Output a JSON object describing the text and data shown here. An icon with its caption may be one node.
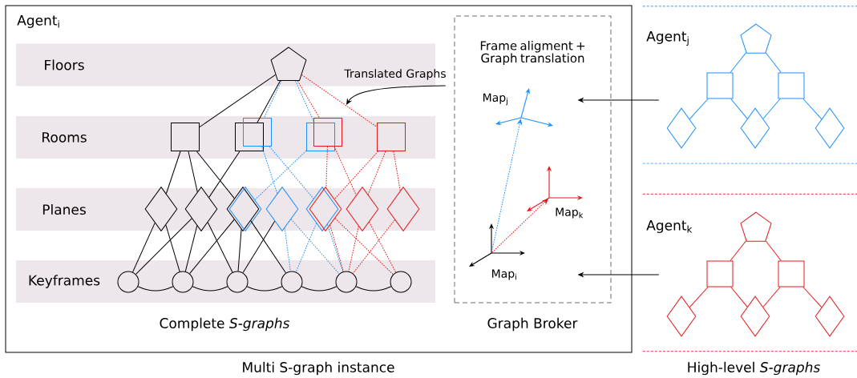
{
  "diagram": {
    "nodes": [
      {
        "text": [
          "Agent$_{i}$",
          "Multi S-graph instance"
        ]
      },
      {
        "text": [
          "Floors"
        ],
        "in": 0
      },
      {
        "text": [
          "Rooms"
        ],
        "in": 0
      },
      {
        "text": [
          "Planes"
        ],
        "in": 0
      },
      {
        "text": [
          "Keyframes"
        ],
        "in": 0
      },
      {
        "text": [],
        "shape": "pentagon",
        "in": 1
      },
      {
        "text": [],
        "shape": "box",
        "in": 2
      },
      {
        "text": [],
        "shape": "box",
        "in": 2
      },
      {
        "text": [],
        "shape": "box",
        "in": 2
      },
      {
        "text": [],
        "shape": "box",
        "in": 2
      },
      {
        "text": [],
        "shape": "box",
        "in": 2
      },
      {
        "text": [],
        "shape": "box",
        "in": 2
      },
      {
        "text": [],
        "shape": "diamond",
        "in": 3
      },
      {
        "text": [],
        "shape": "diamond",
        "in": 3
      },
      {
        "text": [],
        "shape": "diamond",
        "in": 3
      },
      {
        "text": [],
        "shape": "diamond",
        "in": 3
      },
      {
        "text": [],
        "shape": "diamond",
        "in": 3
      },
      {
        "text": [],
        "shape": "diamond",
        "in": 3
      },
      {
        "text": [],
        "shape": "diamond",
        "in": 3
      },
      {
        "text": [],
        "shape": "diamond",
        "in": 3
      },
      {
        "text": [],
        "shape": "diamond",
        "in": 3
      },
      {
        "text": [],
        "shape": "circle",
        "in": 4
      },
      {
        "text": [],
        "shape": "circle",
        "in": 4
      },
      {
        "text": [],
        "shape": "circle",
        "in": 4
      },
      {
        "text": [],
        "shape": "circle",
        "in": 4
      },
      {
        "text": [],
        "shape": "circle",
        "in": 4
      },
      {
        "text": [],
        "shape": "circle",
        "in": 4
      },
      {
        "text": [
          "Translated Graphs"
        ],
        "in": 0
      },
      {
        "text": [
          "Frame aligment + Graph translation",
          "Graph Broker"
        ],
        "in": 0
      },
      {
        "text": [],
        "shape": "picture",
        "beside": [
          "Map$_{j}$"
        ],
        "in": 28
      },
      {
        "text": [],
        "shape": "picture",
        "beside": [
          "Map$_{k}$"
        ],
        "in": 28
      },
      {
        "text": [],
        "shape": "picture",
        "beside": [
          "Map$_{i}$"
        ],
        "in": 28
      },
      {
        "text": [
          "Agent$_{j}$"
        ]
      },
      {
        "text": [],
        "shape": "pentagon",
        "in": 32
      },
      {
        "text": [],
        "shape": "box",
        "in": 32
      },
      {
        "text": [],
        "shape": "box",
        "in": 32
      },
      {
        "text": [],
        "shape": "diamond",
        "in": 32
      },
      {
        "text": [],
        "shape": "diamond",
        "in": 32
      },
      {
        "text": [],
        "shape": "diamond",
        "in": 32
      },
      {
        "text": [
          "Agent$_{k}$"
        ]
      },
      {
        "text": [],
        "shape": "pentagon",
        "in": 39
      },
      {
        "text": [],
        "shape": "box",
        "in": 39
      },
      {
        "text": [],
        "shape": "box",
        "in": 39
      },
      {
        "text": [],
        "shape": "diamond",
        "in": 39
      },
      {
        "text": [],
        "shape": "diamond",
        "in": 39
      },
      {
        "text": [],
        "shape": "diamond",
        "in": 39
      }
    ],
    "edges": [
      {
        "from": 5,
        "to": 6,
        "arrow": "none"
      },
      {
        "from": 5,
        "to": 7,
        "arrow": "none"
      },
      {
        "from": 6,
        "to": 12,
        "arrow": "none"
      },
      {
        "from": 6,
        "to": 13,
        "arrow": "none"
      },
      {
        "from": 6,
        "to": 14,
        "arrow": "none"
      },
      {
        "from": 7,
        "to": 13,
        "arrow": "none"
      },
      {
        "from": 12,
        "to": 21,
        "arrow": "none"
      },
      {
        "from": 12,
        "to": 22,
        "arrow": "none"
      },
      {
        "from": 13,
        "to": 21,
        "arrow": "none"
      },
      {
        "from": 13,
        "to": 22,
        "arrow": "none"
      },
      {
        "from": 13,
        "to": 23,
        "arrow": "none"
      },
      {
        "from": 14,
        "to": 22,
        "arrow": "none"
      },
      {
        "from": 14,
        "to": 23,
        "arrow": "none"
      },
      {
        "from": 14,
        "to": 24,
        "arrow": "none"
      },
      {
        "from": 16,
        "to": 23,
        "arrow": "none"
      },
      {
        "from": 21,
        "to": 22,
        "arrow": "none"
      },
      {
        "from": 22,
        "to": 23,
        "arrow": "none"
      },
      {
        "from": 23,
        "to": 24,
        "arrow": "none"
      },
      {
        "from": 24,
        "to": 25,
        "arrow": "none"
      },
      {
        "from": 25,
        "to": 26,
        "arrow": "none"
      },
      {
        "from": 5,
        "to": 8,
        "arrow": "none",
        "style": "dashed",
        "color": "#1e90ff"
      },
      {
        "from": 5,
        "to": 9,
        "arrow": "none",
        "style": "dashed",
        "color": "#1e90ff"
      },
      {
        "from": 8,
        "to": 16,
        "arrow": "none",
        "style": "dashed",
        "color": "#1e90ff"
      },
      {
        "from": 8,
        "to": 17,
        "arrow": "none",
        "style": "dashed",
        "color": "#1e90ff"
      },
      {
        "from": 9,
        "to": 15,
        "arrow": "none",
        "style": "dashed",
        "color": "#1e90ff"
      },
      {
        "from": 16,
        "to": 24,
        "arrow": "none",
        "style": "dashed",
        "color": "#1e90ff"
      },
      {
        "from": 16,
        "to": 25,
        "arrow": "none",
        "style": "dashed",
        "color": "#1e90ff"
      },
      {
        "from": 17,
        "to": 24,
        "arrow": "none",
        "style": "dashed",
        "color": "#1e90ff"
      },
      {
        "from": 17,
        "to": 25,
        "arrow": "none",
        "style": "dashed",
        "color": "#1e90ff"
      },
      {
        "from": 5,
        "to": 10,
        "arrow": "none",
        "style": "dashed",
        "color": "#e31a1c"
      },
      {
        "from": 5,
        "to": 11,
        "arrow": "none",
        "style": "dashed",
        "color": "#e31a1c"
      },
      {
        "from": 10,
        "to": 18,
        "arrow": "none",
        "style": "dashed",
        "color": "#e31a1c"
      },
      {
        "from": 10,
        "to": 19,
        "arrow": "none",
        "style": "dashed",
        "color": "#e31a1c"
      },
      {
        "from": 11,
        "to": 18,
        "arrow": "none",
        "style": "dashed",
        "color": "#e31a1c"
      },
      {
        "from": 11,
        "to": 19,
        "arrow": "none",
        "style": "dashed",
        "color": "#e31a1c"
      },
      {
        "from": 11,
        "to": 20,
        "arrow": "none",
        "style": "dashed",
        "color": "#e31a1c"
      },
      {
        "from": 18,
        "to": 25,
        "arrow": "none",
        "style": "dashed",
        "color": "#e31a1c"
      },
      {
        "from": 18,
        "to": 26,
        "arrow": "none",
        "style": "dashed",
        "color": "#e31a1c"
      },
      {
        "from": 19,
        "to": 25,
        "arrow": "none",
        "style": "dashed",
        "color": "#e31a1c"
      },
      {
        "from": 19,
        "to": 26,
        "arrow": "none",
        "style": "dashed",
        "color": "#e31a1c"
      },
      {
        "from": 20,
        "to": 25,
        "arrow": "none",
        "style": "dashed",
        "color": "#e31a1c"
      },
      {
        "from": 27,
        "to": null,
        "arrow": "to"
      },
      {
        "from": 31,
        "to": 29,
        "arrow": "to",
        "style": "dashed",
        "color": "#1e90ff"
      },
      {
        "from": 31,
        "to": 30,
        "arrow": "to",
        "style": "dashed",
        "color": "#e31a1c"
      },
      {
        "from": 32,
        "to": 28,
        "arrow": "to"
      },
      {
        "from": 39,
        "to": 28,
        "arrow": "to"
      },
      {
        "from": 33,
        "to": 34,
        "arrow": "none",
        "color": "#1e90ff"
      },
      {
        "from": 33,
        "to": 35,
        "arrow": "none",
        "color": "#1e90ff"
      },
      {
        "from": 34,
        "to": 36,
        "arrow": "none",
        "color": "#1e90ff"
      },
      {
        "from": 34,
        "to": 37,
        "arrow": "none",
        "color": "#1e90ff"
      },
      {
        "from": 35,
        "to": 37,
        "arrow": "none",
        "color": "#1e90ff"
      },
      {
        "from": 35,
        "to": 38,
        "arrow": "none",
        "color": "#1e90ff"
      },
      {
        "from": 40,
        "to": 41,
        "arrow": "none",
        "color": "#e31a1c"
      },
      {
        "from": 40,
        "to": 42,
        "arrow": "none",
        "color": "#e31a1c"
      },
      {
        "from": 41,
        "to": 43,
        "arrow": "none",
        "color": "#e31a1c"
      },
      {
        "from": 41,
        "to": 44,
        "arrow": "none",
        "color": "#e31a1c"
      },
      {
        "from": 42,
        "to": 44,
        "arrow": "none",
        "color": "#e31a1c"
      },
      {
        "from": 42,
        "to": 45,
        "arrow": "none",
        "color": "#e31a1c"
      }
    ],
    "labels": [
      "Complete *S-graphs*",
      "High-level *S-graphs*"
    ]
  }
}
